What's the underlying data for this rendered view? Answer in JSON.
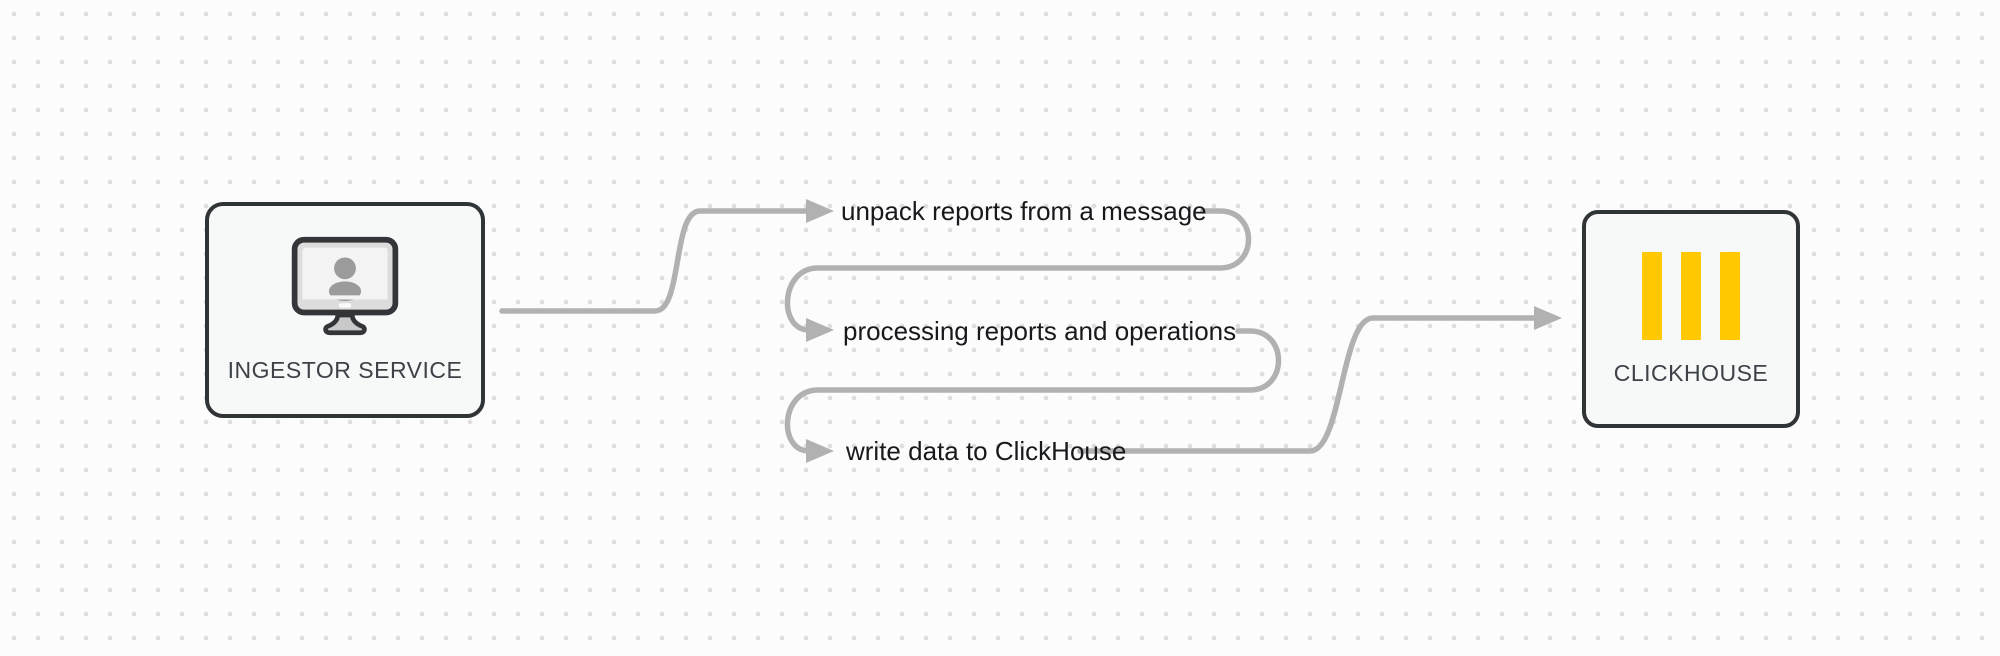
{
  "diagram_title": "",
  "nodes": {
    "ingestor": {
      "label": "INGESTOR SERVICE",
      "icon": "monitor-user-icon"
    },
    "clickhouse": {
      "label": "CLICKHOUSE",
      "icon": "clickhouse-logo-icon"
    }
  },
  "steps": [
    {
      "label": "unpack reports from a message"
    },
    {
      "label": "processing reports and operations"
    },
    {
      "label": "write data to ClickHouse"
    }
  ],
  "colors": {
    "connector": "#b1b1b1",
    "node_border": "#2f3437",
    "node_fill": "#f7f9f9",
    "node_label": "#3c4247",
    "step_label": "#17191c",
    "clickhouse_yellow": "#ffc801",
    "background": "#fcfcfc",
    "grid_dot": "#dedede"
  }
}
